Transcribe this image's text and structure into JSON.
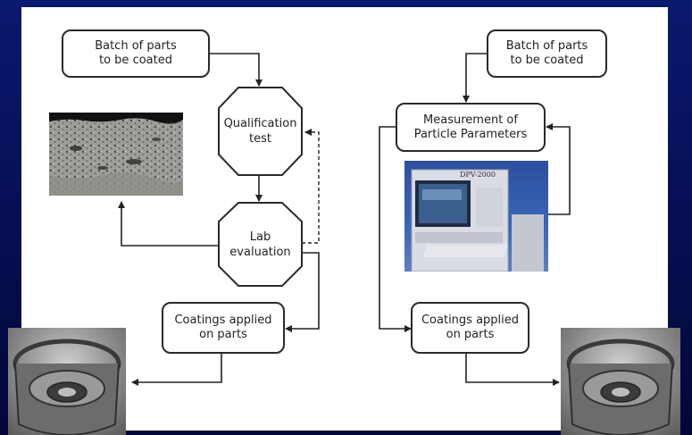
{
  "colors": {
    "background": "#0a1a6e",
    "panel": "#ffffff",
    "stroke": "#2a2a2a"
  },
  "left_flow": {
    "start": "Batch of parts\nto be coated",
    "qualification": "Qualification\ntest",
    "lab": "Lab\nevaluation",
    "apply": "Coatings applied\non parts"
  },
  "right_flow": {
    "start": "Batch of parts\nto be coated",
    "measurement": "Measurement of\nParticle Parameters",
    "apply": "Coatings applied\non parts"
  },
  "images": {
    "micrograph": "coating-cross-section-micrograph",
    "sensor": "particle-sensor-instrument",
    "sensor_label": "DPV-2000",
    "part_left": "combustor-liner-part",
    "part_right": "combustor-liner-part"
  }
}
